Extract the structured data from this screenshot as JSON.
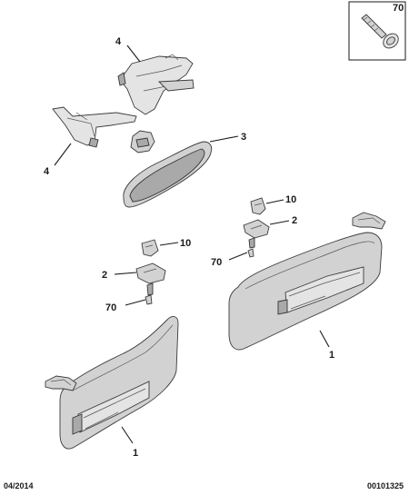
{
  "callouts": {
    "sun_visor_right": "1",
    "sun_visor_left": "1",
    "clip_right": "2",
    "clip_left": "2",
    "mirror": "3",
    "cover_upper": "4",
    "cover_lower": "4",
    "pivot_right": "10",
    "pivot_left": "10",
    "screw_right": "70",
    "screw_left": "70",
    "screw_inset": "70"
  },
  "footer": {
    "date": "04/2014",
    "reference": "00101325"
  },
  "colors": {
    "part_fill": "#d2d2d2",
    "outline": "#3a3a3a",
    "text": "#1a1a1a"
  }
}
